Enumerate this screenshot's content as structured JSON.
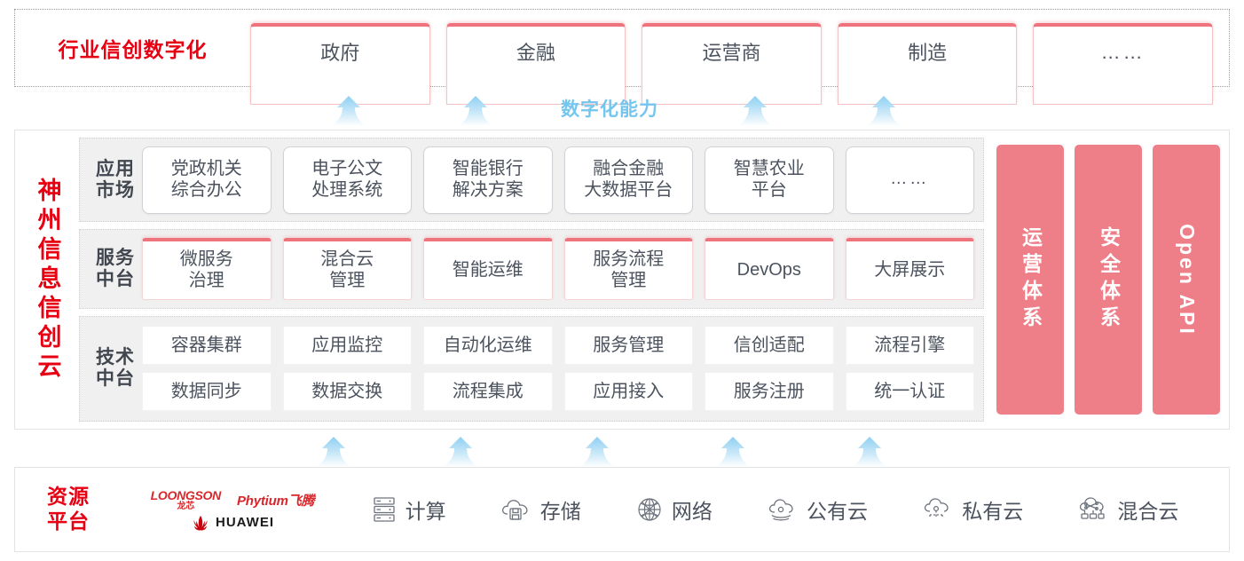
{
  "industry": {
    "title": "行业信创数字化",
    "boxes": [
      {
        "label": "政府"
      },
      {
        "label": "金融"
      },
      {
        "label": "运营商"
      },
      {
        "label": "制造"
      },
      {
        "label": "……"
      }
    ]
  },
  "capability": {
    "label": "数字化能力",
    "color": "#74c6ef",
    "arrow_count_top": 4,
    "arrow_count_bottom": 5
  },
  "cloud": {
    "title": "神州信息信创云",
    "bands": [
      {
        "label": "应用\n市场",
        "label_line1": "应用",
        "label_line2": "市场",
        "items": [
          {
            "line1": "党政机关",
            "line2": "综合办公"
          },
          {
            "line1": "电子公文",
            "line2": "处理系统"
          },
          {
            "line1": "智能银行",
            "line2": "解决方案"
          },
          {
            "line1": "融合金融",
            "line2": "大数据平台"
          },
          {
            "line1": "智慧农业",
            "line2": "平台"
          },
          {
            "line1": "……",
            "line2": ""
          }
        ]
      },
      {
        "label_line1": "服务",
        "label_line2": "中台",
        "items": [
          {
            "line1": "微服务",
            "line2": "治理"
          },
          {
            "line1": "混合云",
            "line2": "管理"
          },
          {
            "line1": "智能运维",
            "line2": ""
          },
          {
            "line1": "服务流程",
            "line2": "管理"
          },
          {
            "line1": "DevOps",
            "line2": ""
          },
          {
            "line1": "大屏展示",
            "line2": ""
          }
        ]
      },
      {
        "label_line1": "技术",
        "label_line2": "中台",
        "row1": [
          "容器集群",
          "应用监控",
          "自动化运维",
          "服务管理",
          "信创适配",
          "流程引擎"
        ],
        "row2": [
          "数据同步",
          "数据交换",
          "流程集成",
          "应用接入",
          "服务注册",
          "统一认证"
        ]
      }
    ],
    "pillars": [
      {
        "label": "运营体系",
        "type": "cn"
      },
      {
        "label": "安全体系",
        "type": "cn"
      },
      {
        "label": "Open API",
        "type": "en"
      }
    ],
    "pillar_color": "#ee7f88"
  },
  "resource": {
    "title_line1": "资源",
    "title_line2": "平台",
    "vendors": [
      {
        "name": "LOONGSON",
        "cn": "龙芯",
        "icon": "loongson-logo"
      },
      {
        "name": "Phytium飞腾",
        "icon": "phytium-logo"
      },
      {
        "name": "HUAWEI",
        "icon": "huawei-logo"
      }
    ],
    "items": [
      {
        "label": "计算",
        "icon": "server-icon"
      },
      {
        "label": "存储",
        "icon": "cloud-storage-icon"
      },
      {
        "label": "网络",
        "icon": "network-icon"
      },
      {
        "label": "公有云",
        "icon": "public-cloud-icon"
      },
      {
        "label": "私有云",
        "icon": "private-cloud-icon"
      },
      {
        "label": "混合云",
        "icon": "hybrid-cloud-icon"
      }
    ]
  }
}
